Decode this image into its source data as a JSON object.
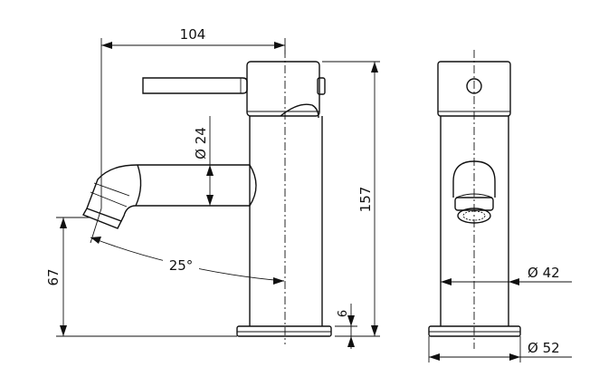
{
  "dimensions": {
    "width_total": "104",
    "handle_diameter": "Ø 24",
    "height_total": "157",
    "spout_height": "67",
    "spout_angle": "25°",
    "base_thickness": "6",
    "body_diameter": "Ø 42",
    "base_diameter": "Ø 52"
  }
}
